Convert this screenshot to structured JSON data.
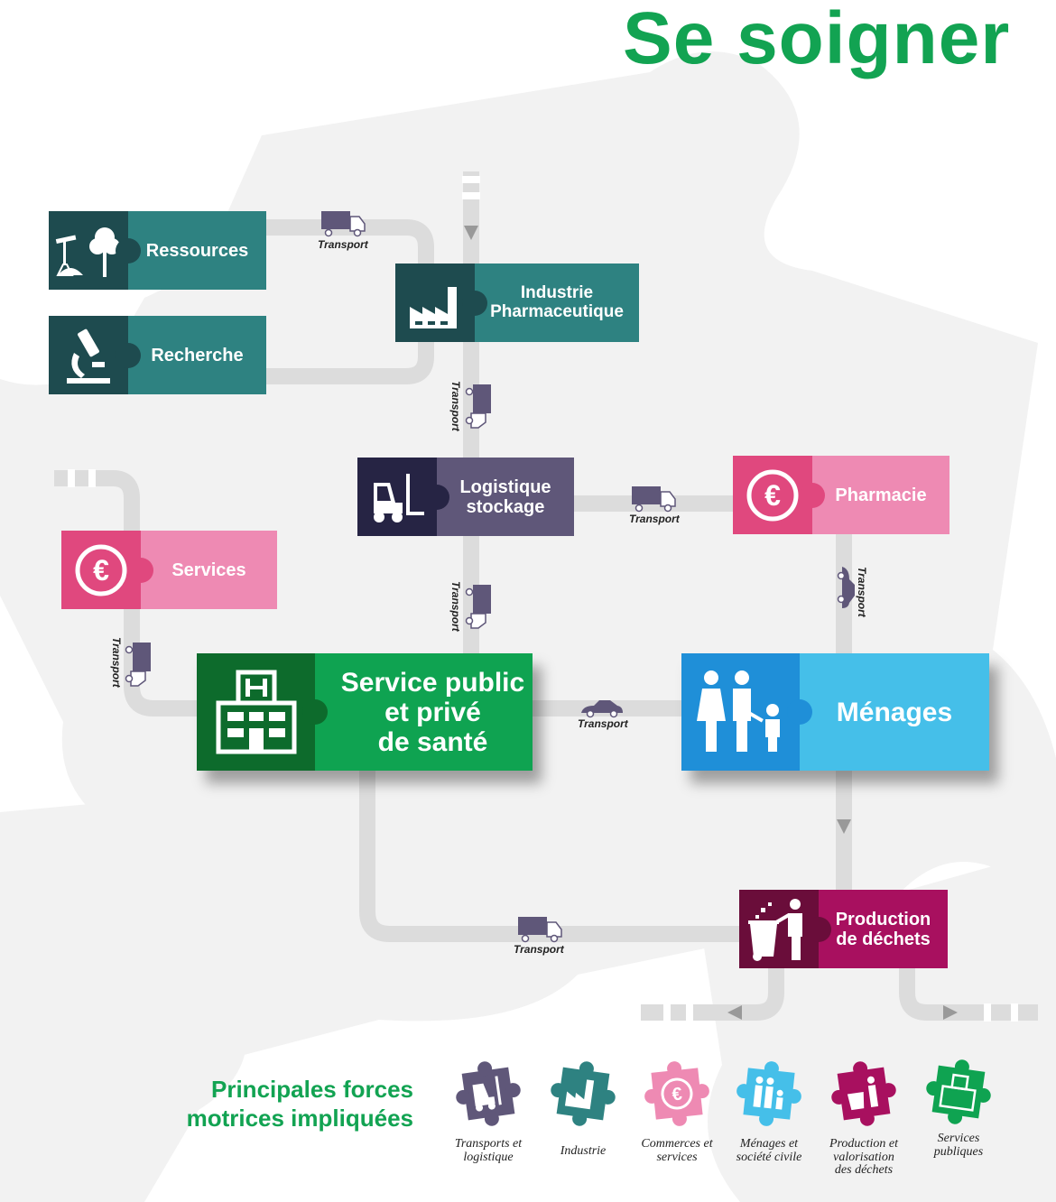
{
  "title": "Se soigner",
  "colors": {
    "teal_dark": "#1e4b4f",
    "teal": "#2e8281",
    "purple_dark": "#262444",
    "purple": "#5f5779",
    "pink_dark": "#e0487e",
    "pink": "#ee8ab3",
    "green_dark": "#0d6b2c",
    "green": "#0fa351",
    "blue_dark": "#1f8fd8",
    "blue": "#45bfe9",
    "magenta_dark": "#6a0d3a",
    "magenta": "#a8105f",
    "path": "#dcdcdc"
  },
  "nodes": {
    "ressources": "Ressources",
    "recherche": "Recherche",
    "industrie": "Industrie\nPharmaceutique",
    "logistique": "Logistique\nstockage",
    "pharmacie": "Pharmacie",
    "services": "Services",
    "sante": "Service public\net privé\nde santé",
    "menages": "Ménages",
    "dechets": "Production\nde déchets"
  },
  "transport_label": "Transport",
  "legend": {
    "title": "Principales forces\nmotrices impliquées",
    "items": [
      {
        "label": "Transports et\nlogistique",
        "icon": "forklift-icon",
        "color": "#5f5779"
      },
      {
        "label": "Industrie",
        "icon": "factory-icon",
        "color": "#2e8281"
      },
      {
        "label": "Commerces et\nservices",
        "icon": "euro-icon",
        "color": "#ee8ab3"
      },
      {
        "label": "Ménages et\nsociété civile",
        "icon": "family-icon",
        "color": "#45bfe9"
      },
      {
        "label": "Production et\nvalorisation\ndes déchets",
        "icon": "waste-icon",
        "color": "#a8105f"
      },
      {
        "label": "Services\npubliques",
        "icon": "hospital-icon",
        "color": "#0fa351"
      }
    ]
  }
}
